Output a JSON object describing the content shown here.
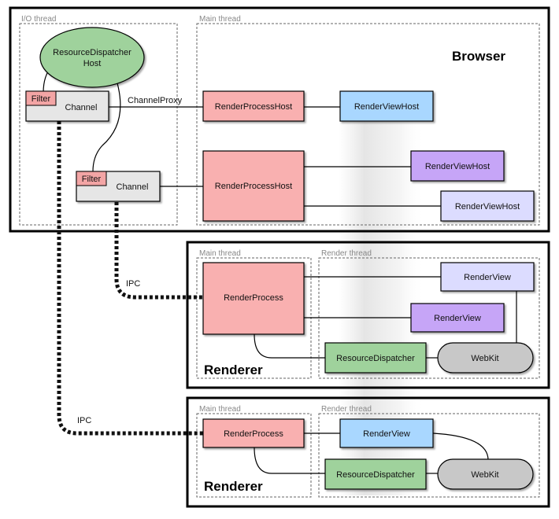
{
  "colors": {
    "pink": "#f9b0b0",
    "blue": "#a9d7ff",
    "purple": "#c6a5f7",
    "lavender": "#dcdcff",
    "green": "#9fd29c",
    "gray": "#c8c8c8",
    "channel_gray": "#e6e6e6",
    "filter_pink": "#f3a5a5"
  },
  "processes": {
    "browser": "Browser",
    "renderer1": "Renderer",
    "renderer2": "Renderer"
  },
  "threads": {
    "browser_io": "I/O thread",
    "browser_main": "Main thread",
    "r1_main": "Main thread",
    "r1_render": "Render thread",
    "r2_main": "Main thread",
    "r2_render": "Render thread"
  },
  "nodes": {
    "rdh_line1": "ResourceDispatcher",
    "rdh_line2": "Host",
    "filter1": "Filter",
    "channel1": "Channel",
    "filter2": "Filter",
    "channel2": "Channel",
    "rph1": "RenderProcessHost",
    "rph2": "RenderProcessHost",
    "rvh1": "RenderViewHost",
    "rvh2": "RenderViewHost",
    "rvh3": "RenderViewHost",
    "rp1": "RenderProcess",
    "rv1a": "RenderView",
    "rv1b": "RenderView",
    "rd1": "ResourceDispatcher",
    "wk1": "WebKit",
    "rp2": "RenderProcess",
    "rv2": "RenderView",
    "rd2": "ResourceDispatcher",
    "wk2": "WebKit"
  },
  "edges": {
    "channel_proxy": "ChannelProxy",
    "ipc1": "IPC",
    "ipc2": "IPC"
  }
}
